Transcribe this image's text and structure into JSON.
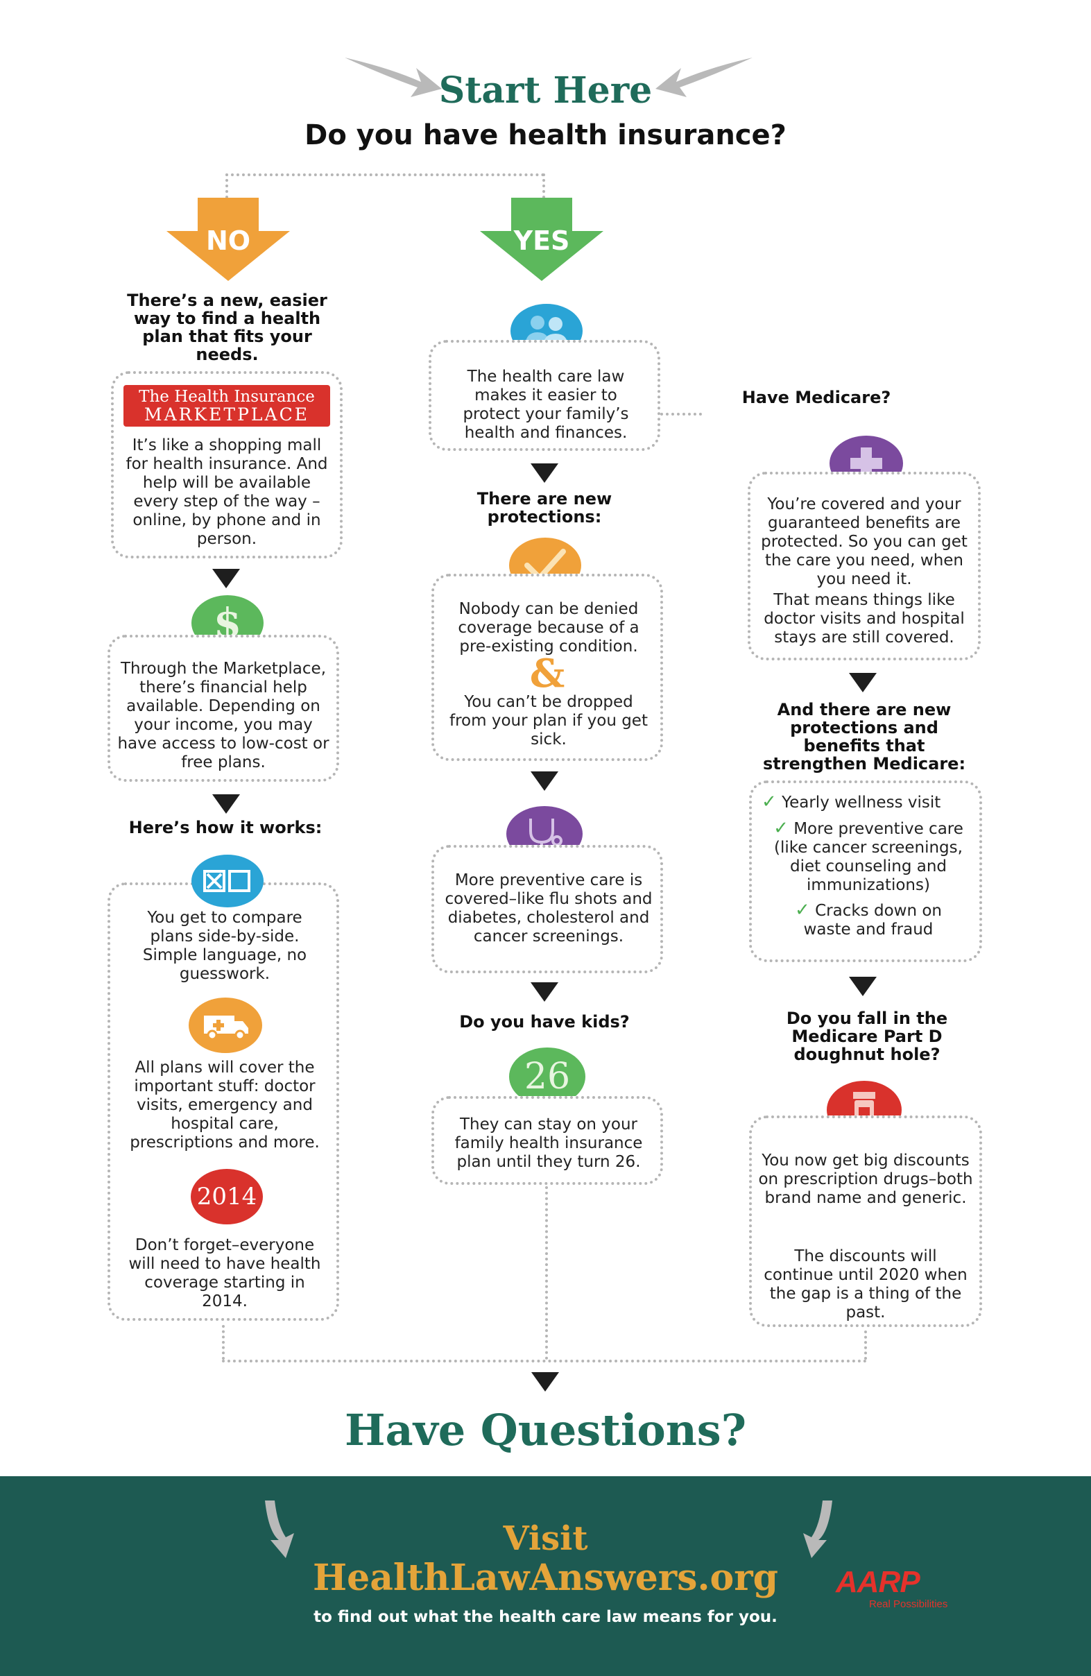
{
  "start_here": "Start Here",
  "main_question": "Do you have health insurance?",
  "no_label": "NO",
  "yes_label": "YES",
  "colors": {
    "teal_heading": "#1f6b5a",
    "no_orange": "#f0a13a",
    "yes_green": "#5cb85c",
    "footer_bg": "#1d5a52",
    "marketplace_red": "#d9322c"
  },
  "left": {
    "intro": "There’s a new, easier way to find a health plan that fits your needs.",
    "marketplace_logo_line1": "The Health Insurance",
    "marketplace_logo_line2": "MARKETPLACE",
    "marketplace_text": "It’s like a shopping mall for health insurance. And help will be available every step of the way – online, by phone and in person.",
    "financial_icon": "$",
    "financial_text": "Through the Marketplace, there’s financial help available. Depending on your income, you may have access to low-cost or free plans.",
    "how_heading": "Here’s how it works:",
    "compare_text": "You get to compare plans side-by-side. Simple language, no guesswork.",
    "cover_text": "All plans will cover the important stuff: doctor visits, emergency and hospital care, prescriptions and more.",
    "year_icon": "2014",
    "forget_text": "Don’t forget–everyone will need to have health coverage starting in 2014."
  },
  "middle": {
    "protect_text": "The health care law makes it easier to protect your family’s health and finances.",
    "protections_heading": "There are new protections:",
    "denied_text": "Nobody can be denied coverage because of a pre-existing condition.",
    "ampersand": "&",
    "dropped_text": "You can’t be dropped from your plan if you get sick.",
    "preventive_text": "More preventive care is covered–like flu shots and diabetes, cholesterol and cancer screenings.",
    "kids_heading": "Do you have kids?",
    "age_icon": "26",
    "kids_text": "They can stay on your family health insurance plan until they turn 26."
  },
  "right": {
    "medicare_heading": "Have Medicare?",
    "covered_text": "You’re covered and your guaranteed benefits are protected. So you can get the care you need, when you need it.",
    "means_text": "That means things like doctor visits and hospital stays are still covered.",
    "new_protections_heading": "And there are new protections and benefits that strengthen Medicare:",
    "benefit_1": "Yearly wellness visit",
    "benefit_2": "More preventive care (like cancer screenings, diet counseling and immunizations)",
    "benefit_3": "Cracks down on waste and fraud",
    "doughnut_heading": "Do you fall in the Medicare Part D doughnut hole?",
    "discount_text": "You now get big discounts on prescription drugs–both brand name and generic.",
    "continue_text": "The discounts will continue until 2020 when the gap is a thing of the past."
  },
  "have_questions": "Have Questions?",
  "footer": {
    "visit": "Visit",
    "site": "HealthLawAnswers.org",
    "tagline": "to find out what the health care law means for you.",
    "aarp": "AARP",
    "aarp_tag": "Real Possibilities"
  }
}
